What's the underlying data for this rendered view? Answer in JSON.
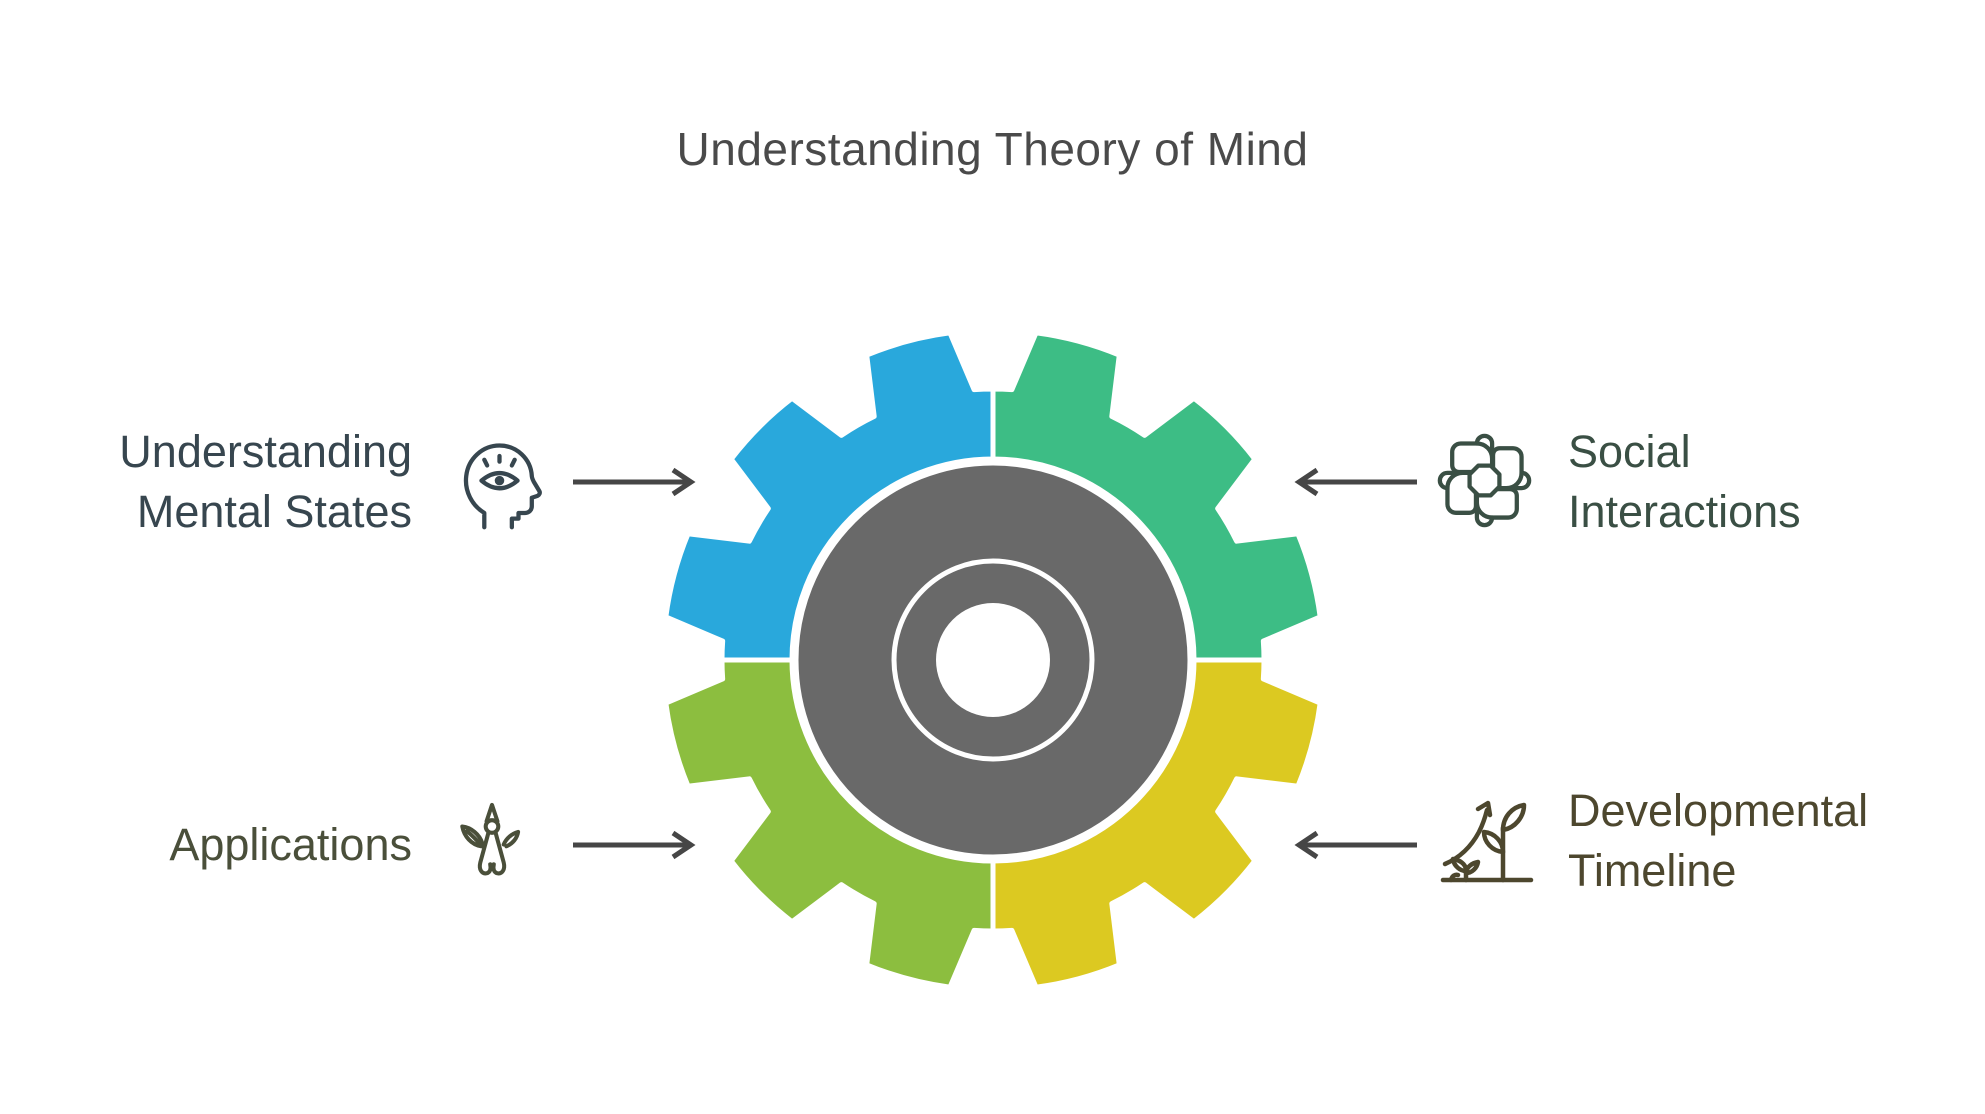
{
  "title": {
    "text": "Understanding Theory of Mind",
    "color": "#4A4A4A"
  },
  "background_color": "#FFFFFF",
  "arrow_color": "#464646",
  "gear": {
    "hub_color": "#696969",
    "divider_color": "#FFFFFF",
    "teeth_total": 12,
    "quadrants": [
      {
        "id": "understanding-mental-states",
        "position": "top-left",
        "color": "#29A8DC"
      },
      {
        "id": "social-interactions",
        "position": "top-right",
        "color": "#3DBD85"
      },
      {
        "id": "developmental-timeline",
        "position": "bottom-right",
        "color": "#DCC921"
      },
      {
        "id": "applications",
        "position": "bottom-left",
        "color": "#8CBE3F"
      }
    ]
  },
  "callouts": [
    {
      "id": "understanding-mental-states",
      "lines": [
        "Understanding",
        "Mental States"
      ],
      "icon": "mind-eye-icon",
      "color": "#37464F",
      "arrow_direction": "right"
    },
    {
      "id": "social-interactions",
      "lines": [
        "Social",
        "Interactions"
      ],
      "icon": "teamwork-hands-icon",
      "color": "#3A4F44",
      "arrow_direction": "left"
    },
    {
      "id": "applications",
      "lines": [
        "Applications"
      ],
      "icon": "pruning-shears-icon",
      "color": "#4A4F3A",
      "arrow_direction": "right"
    },
    {
      "id": "developmental-timeline",
      "lines": [
        "Developmental",
        "Timeline"
      ],
      "icon": "growth-plant-icon",
      "color": "#4D472E",
      "arrow_direction": "left"
    }
  ]
}
